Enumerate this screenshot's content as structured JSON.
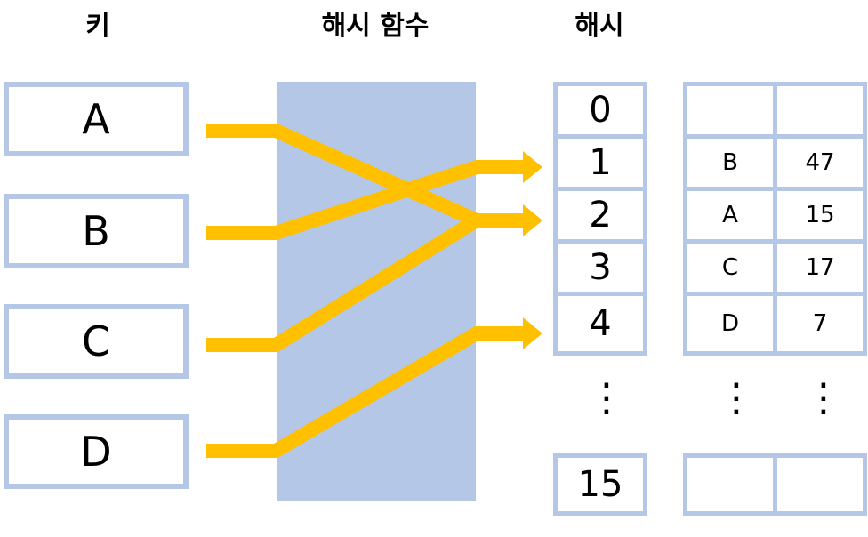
{
  "headings": {
    "key": "키",
    "hash_function": "해시 함수",
    "hash": "해시"
  },
  "keys": [
    "A",
    "B",
    "C",
    "D"
  ],
  "hash_indices": [
    "0",
    "1",
    "2",
    "3",
    "4",
    "15"
  ],
  "table_rows": [
    {
      "key": "",
      "value": ""
    },
    {
      "key": "B",
      "value": "47"
    },
    {
      "key": "A",
      "value": "15"
    },
    {
      "key": "C",
      "value": "17"
    },
    {
      "key": "D",
      "value": "7"
    }
  ],
  "table_last_row": {
    "key": "",
    "value": ""
  },
  "ellipsis": "⋮",
  "mappings": [
    {
      "key": "A",
      "hash": "2"
    },
    {
      "key": "B",
      "hash": "1"
    },
    {
      "key": "C",
      "hash": "2"
    },
    {
      "key": "D",
      "hash": "4"
    }
  ],
  "colors": {
    "box_border": "#b4c7e7",
    "hash_function_fill": "#b4c7e7",
    "arrow": "#ffc000"
  }
}
